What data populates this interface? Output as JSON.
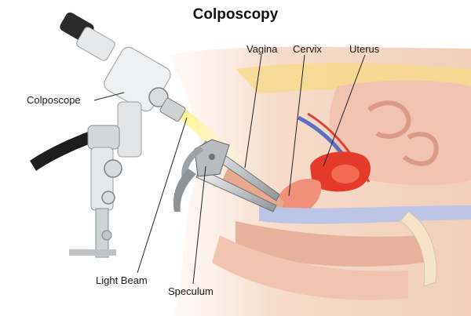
{
  "title": "Colposcopy",
  "labels": {
    "colposcope": "Colposcope",
    "vagina": "Vagina",
    "cervix": "Cervix",
    "uterus": "Uterus",
    "light_beam": "Light Beam",
    "speculum": "Speculum"
  },
  "colors": {
    "skin": "#f4d6c2",
    "tissue": "#e9a98f",
    "uterus": "#e33a2c",
    "instrument": "#cfd2d4",
    "light": "#fff3a0"
  }
}
